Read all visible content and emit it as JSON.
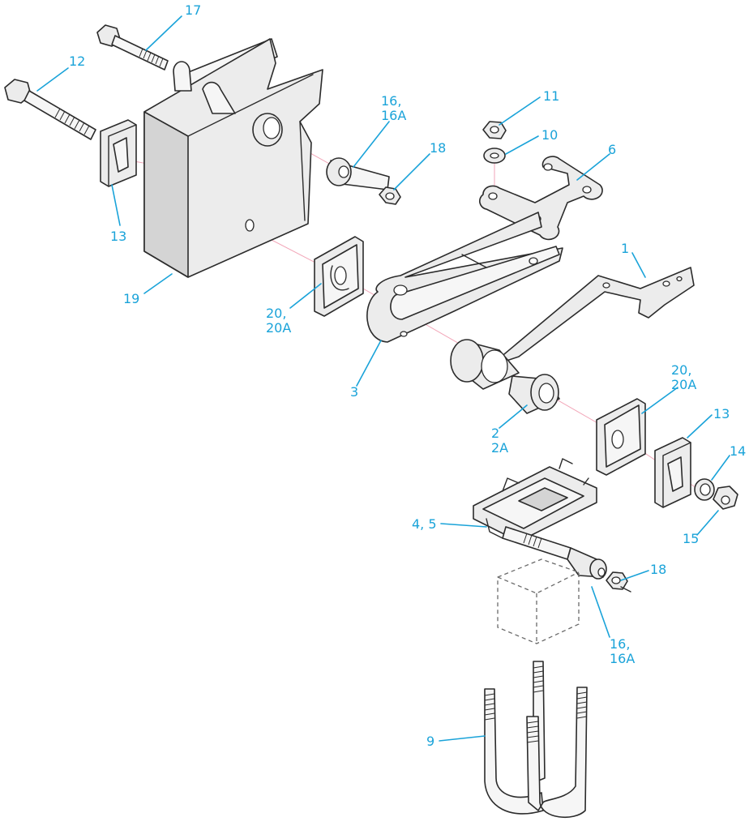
{
  "colors": {
    "callout": "#1aa3d9",
    "outline": "#2b2b2b",
    "part_fill": "#ececec",
    "assembly_axis": "#f2a6b8"
  },
  "callouts": {
    "c17": [
      "17"
    ],
    "c12": [
      "12"
    ],
    "c13a": [
      "13"
    ],
    "c19": [
      "19"
    ],
    "c16a": [
      "16,",
      "16A"
    ],
    "c18a": [
      "18"
    ],
    "c11": [
      "11"
    ],
    "c10": [
      "10"
    ],
    "c6": [
      "6"
    ],
    "c1": [
      "1"
    ],
    "c20a": [
      "20,",
      "20A"
    ],
    "c3": [
      "3"
    ],
    "c20b": [
      "20,",
      "20A"
    ],
    "c13b": [
      "13"
    ],
    "c2": [
      "2",
      "2A"
    ],
    "c14": [
      "14"
    ],
    "c15": [
      "15"
    ],
    "c45": [
      "4, 5"
    ],
    "c18b": [
      "18"
    ],
    "c16b": [
      "16,",
      "16A"
    ],
    "c9": [
      "9"
    ]
  }
}
